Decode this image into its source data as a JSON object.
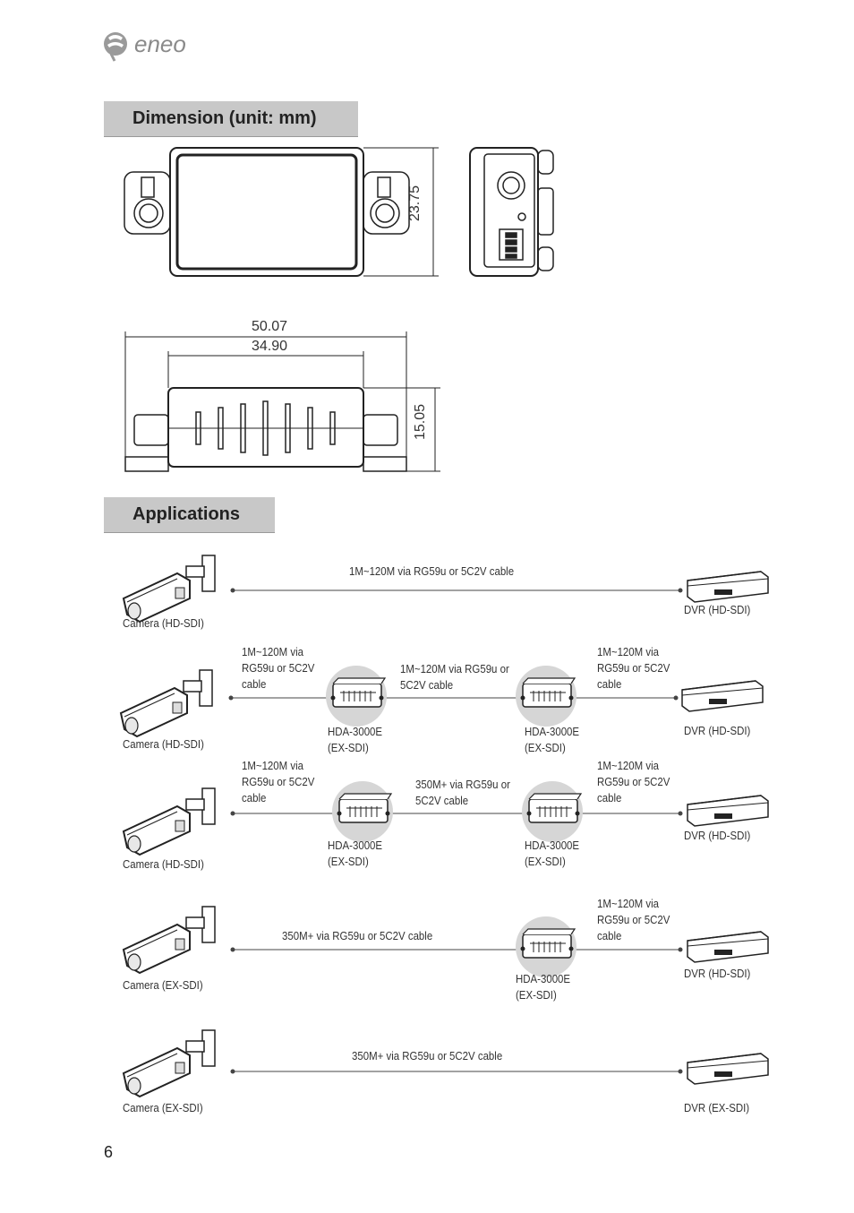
{
  "brand": {
    "logo_text": "eneo"
  },
  "sections": {
    "dimension_title": "Dimension (unit: mm)",
    "applications_title": "Applications"
  },
  "dimensions": {
    "height_side": "23.75",
    "total_length": "50.07",
    "body_length": "34.90",
    "height_front": "15.05"
  },
  "applications": {
    "row1": {
      "camera": "Camera (HD-SDI)",
      "cable": "1M~120M via RG59u or 5C2V cable",
      "dvr": "DVR (HD-SDI)"
    },
    "row2": {
      "camera": "Camera (HD-SDI)",
      "cable1": "1M~120M via\nRG59u or 5C2V\ncable",
      "cable2": "1M~120M via RG59u or\n5C2V cable",
      "cable3": "1M~120M via\nRG59u or 5C2V\ncable",
      "device1": "HDA-3000E\n(EX-SDI)",
      "device2": "HDA-3000E\n(EX-SDI)",
      "dvr": "DVR (HD-SDI)"
    },
    "row3": {
      "camera": "Camera (HD-SDI)",
      "cable1": "1M~120M via\nRG59u or 5C2V\ncable",
      "cable2": "350M+ via RG59u or\n5C2V cable",
      "cable3": "1M~120M via\nRG59u or 5C2V\ncable",
      "device1": "HDA-3000E\n(EX-SDI)",
      "device2": "HDA-3000E\n(EX-SDI)",
      "dvr": "DVR (HD-SDI)"
    },
    "row4": {
      "camera": "Camera (EX-SDI)",
      "cable1": "350M+ via RG59u or 5C2V cable",
      "cable2": "1M~120M via\nRG59u or 5C2V\ncable",
      "device1": "HDA-3000E\n(EX-SDI)",
      "dvr": "DVR (HD-SDI)"
    },
    "row5": {
      "camera": "Camera (EX-SDI)",
      "cable": "350M+ via RG59u or 5C2V cable",
      "dvr": "DVR (EX-SDI)"
    }
  },
  "page_number": "6"
}
